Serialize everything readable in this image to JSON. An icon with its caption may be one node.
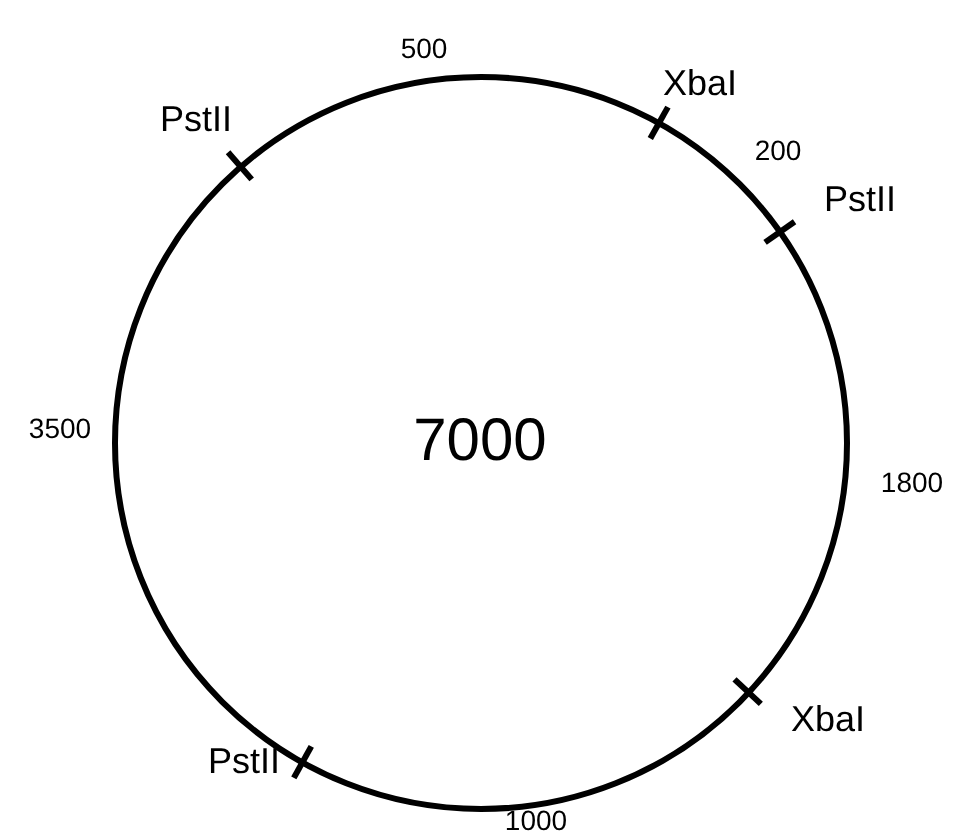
{
  "diagram": {
    "nodes": [
      {
        "text": [
          "7000"
        ]
      }
    ],
    "labels": [
      "500",
      "PstII",
      "XbaI",
      "200",
      "PstII",
      "3500",
      "1800",
      "XbaI",
      "PstII",
      "1000"
    ]
  }
}
